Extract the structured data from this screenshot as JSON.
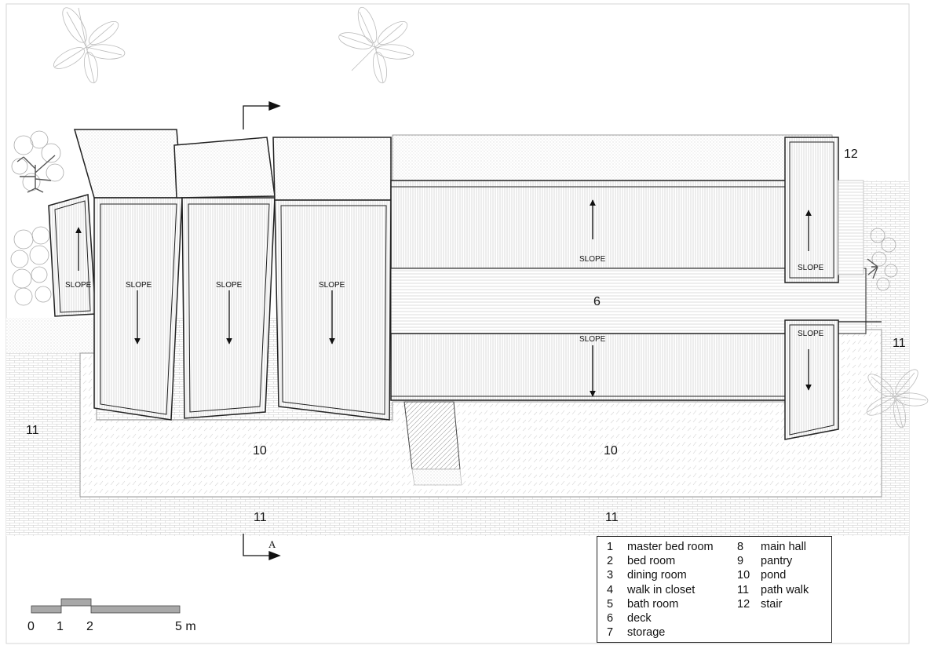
{
  "labels": {
    "slope": "SLOPE",
    "deck_number": "6",
    "pond_number": "10",
    "path_walk_number": "11",
    "stair_number": "12",
    "section_mark": "A"
  },
  "legend": [
    {
      "num": "1",
      "name": "master bed room"
    },
    {
      "num": "2",
      "name": "bed room"
    },
    {
      "num": "3",
      "name": "dining room"
    },
    {
      "num": "4",
      "name": "walk in closet"
    },
    {
      "num": "5",
      "name": "bath room"
    },
    {
      "num": "6",
      "name": "deck"
    },
    {
      "num": "7",
      "name": "storage"
    },
    {
      "num": "8",
      "name": "main hall"
    },
    {
      "num": "9",
      "name": "pantry"
    },
    {
      "num": "10",
      "name": "pond"
    },
    {
      "num": "11",
      "name": "path walk"
    },
    {
      "num": "12",
      "name": "stair"
    }
  ],
  "scale_bar": {
    "ticks": [
      "0",
      "1",
      "2",
      "5 m"
    ]
  },
  "colors": {
    "line": "#222222",
    "hatch": "#bdbdbd",
    "scale_fill": "#a8a8a8"
  }
}
